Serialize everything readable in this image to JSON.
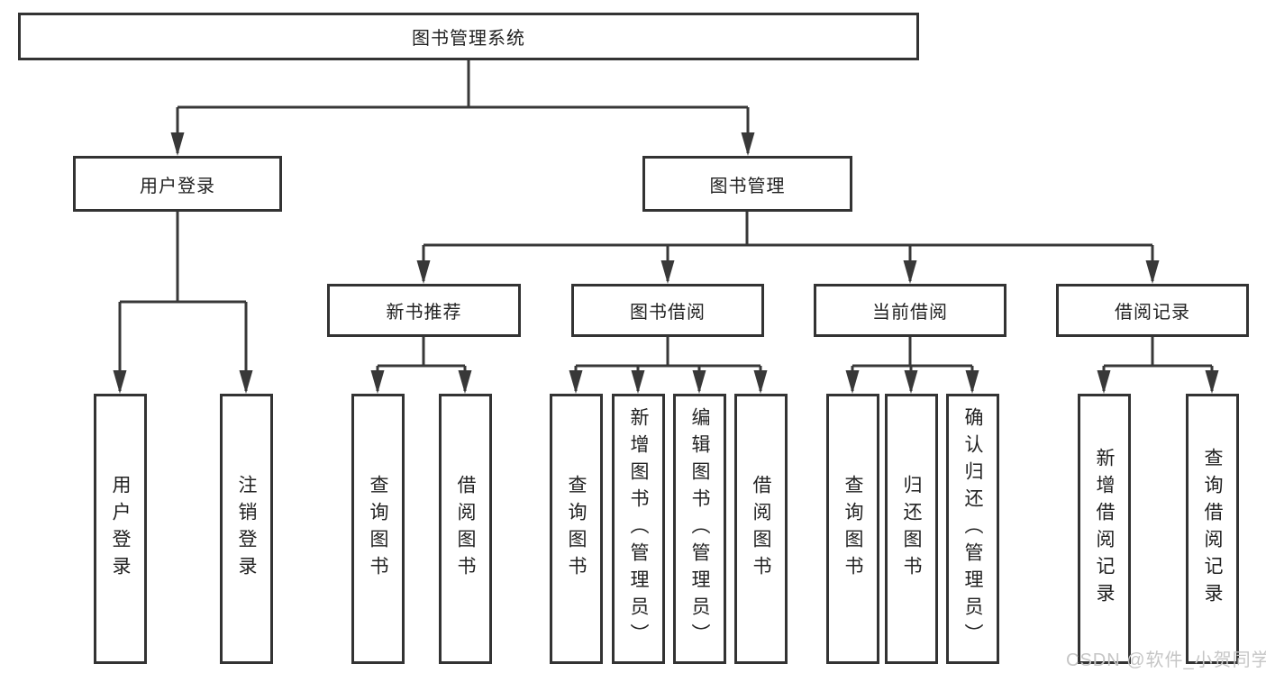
{
  "diagram": {
    "title": "图书管理系统",
    "branches": [
      {
        "label": "用户登录",
        "children": [
          "用户登录",
          "注销登录"
        ]
      },
      {
        "label": "图书管理",
        "sections": [
          {
            "label": "新书推荐",
            "children": [
              "查询图书",
              "借阅图书"
            ]
          },
          {
            "label": "图书借阅",
            "children": [
              "查询图书",
              "新增图书（管理员）",
              "编辑图书（管理员）",
              "借阅图书"
            ]
          },
          {
            "label": "当前借阅",
            "children": [
              "查询图书",
              "归还图书",
              "确认归还（管理员）"
            ]
          },
          {
            "label": "借阅记录",
            "children": [
              "新增借阅记录",
              "查询借阅记录"
            ]
          }
        ]
      }
    ]
  },
  "watermark": "CSDN @软件_小贺同学",
  "colors": {
    "line": "#383838",
    "box_border": "#333333",
    "text": "#222222",
    "background": "#ffffff",
    "watermark": "#c6c6c6"
  }
}
